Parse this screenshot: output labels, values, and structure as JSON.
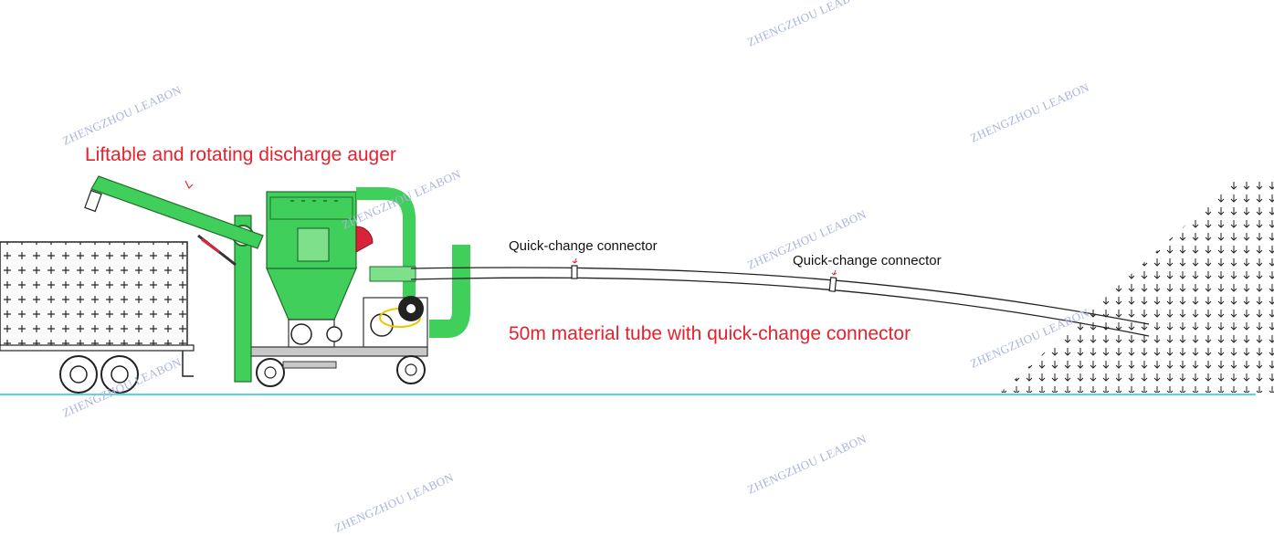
{
  "labels": {
    "auger": "Liftable and rotating discharge auger",
    "connector_1": "Quick-change connector",
    "connector_2": "Quick-change connector",
    "tube": "50m material tube with quick-change connector"
  },
  "watermark": "ZHENGZHOU LEABON",
  "colors": {
    "machine_green": "#3fcf5a",
    "machine_light_green": "#7fe08c",
    "label_red": "#e8212e",
    "ground_cyan": "#28c6d6",
    "fan_red": "#d8243a",
    "watermark": "#aab4de"
  }
}
